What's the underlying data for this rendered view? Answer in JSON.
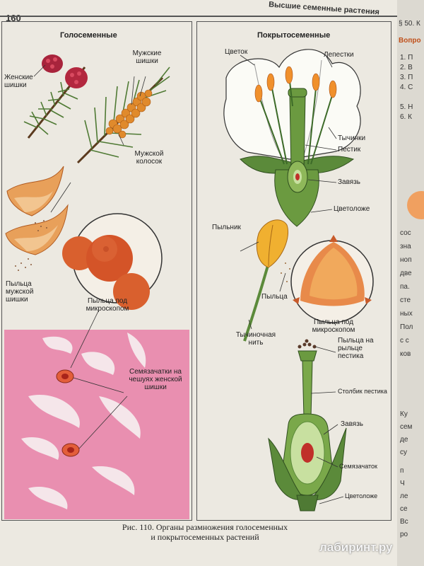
{
  "page": {
    "number": "160",
    "running_head": "Высшие семенные растения"
  },
  "gymnosperms": {
    "title": "Голосеменные",
    "labels": {
      "female_cones": "Женские шишки",
      "male_cones": "Мужские шишки",
      "male_spikelet": "Мужской колосок",
      "male_cone_pollen": "Пыльца мужской шишки",
      "pollen_microscope": "Пыльца под микроскопом",
      "ovules": "Семязачатки на чешуях женской шишки"
    }
  },
  "angiosperms": {
    "title": "Покрытосеменные",
    "labels": {
      "flower": "Цветок",
      "petals": "Лепестки",
      "stamens": "Тычинки",
      "pistil": "Пестик",
      "ovary": "Завязь",
      "receptacle": "Цветоложе",
      "anther": "Пыльник",
      "pollen": "Пыльца",
      "filament": "Тычиночная нить",
      "pollen_microscope": "Пыльца под микроскопом",
      "pollen_on_stigma": "Пыльца на рыльце пестика",
      "style": "Столбик пестика",
      "ovary2": "Завязь",
      "ovule": "Семязачаток",
      "receptacle2": "Цветоложе"
    }
  },
  "caption": {
    "line1": "Рис. 110. Органы размножения голосеменных",
    "line2": "и покрытосеменных растений"
  },
  "watermark": "лабиринт.ру",
  "side_page": {
    "header": "§ 50. К",
    "title": "Вопро",
    "items": [
      "1. П",
      "2. В",
      "3. П",
      "4. С",
      "5. Н",
      "6. К"
    ],
    "text": [
      "сос",
      "зна",
      "ноп",
      "две",
      "па.",
      "сте",
      "ных",
      "Пол",
      "с с",
      "ков",
      "Ку",
      "сем",
      "де",
      "су",
      "п",
      "Ч",
      "ле",
      "се",
      "Вс",
      "ро"
    ]
  },
  "colors": {
    "pink_tissue": "#e98fb0",
    "pollen_orange": "#d9502a",
    "leaf_green": "#5b8a3a",
    "petal_white": "#fbfbf6",
    "anther_yellow": "#f0b030"
  }
}
